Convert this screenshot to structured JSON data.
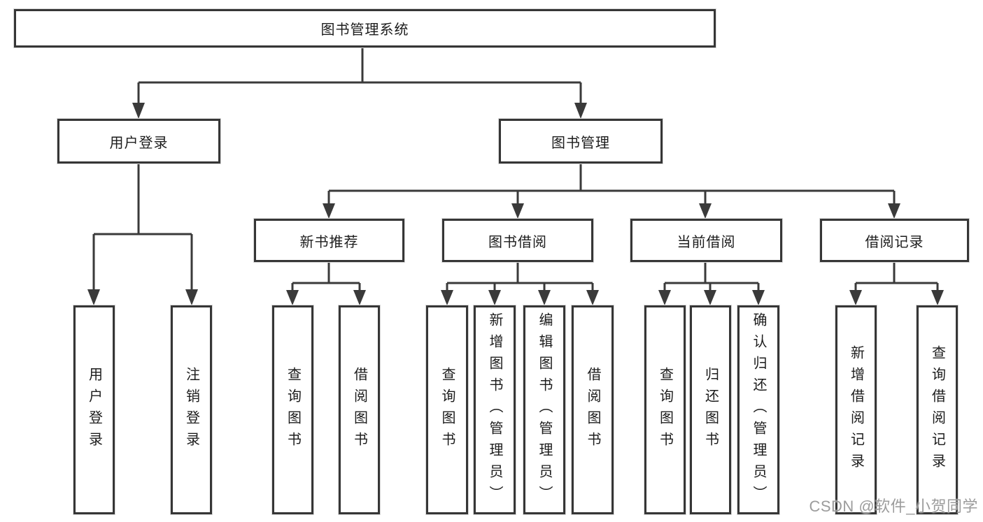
{
  "colors": {
    "line": "#3a3a3a",
    "box_border": "#363636",
    "box_fill": "#ffffff",
    "text": "#1c1c1c",
    "watermark": "#9c9c9c",
    "background": "#ffffff"
  },
  "nodes": {
    "root": {
      "label": "图书管理系统"
    },
    "branches": [
      {
        "label": "用户登录",
        "children": [
          {
            "label": "用户登录"
          },
          {
            "label": "注销登录"
          }
        ]
      },
      {
        "label": "图书管理",
        "children": [
          {
            "label": "新书推荐",
            "children": [
              {
                "label": "查询图书"
              },
              {
                "label": "借阅图书"
              }
            ]
          },
          {
            "label": "图书借阅",
            "children": [
              {
                "label": "查询图书"
              },
              {
                "label": "新增图书（管理员）"
              },
              {
                "label": "编辑图书（管理员）"
              },
              {
                "label": "借阅图书"
              }
            ]
          },
          {
            "label": "当前借阅",
            "children": [
              {
                "label": "查询图书"
              },
              {
                "label": "归还图书"
              },
              {
                "label": "确认归还（管理员）"
              }
            ]
          },
          {
            "label": "借阅记录",
            "children": [
              {
                "label": "新增借阅记录"
              },
              {
                "label": "查询借阅记录"
              }
            ]
          }
        ]
      }
    ]
  },
  "watermark": {
    "text": "CSDN @软件_小贺同学"
  }
}
